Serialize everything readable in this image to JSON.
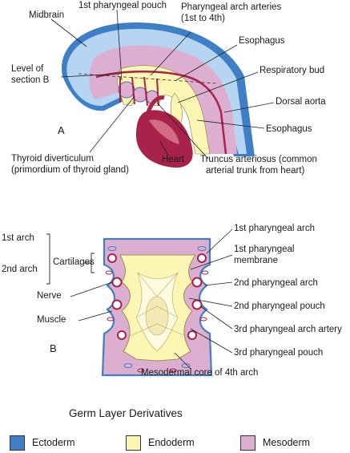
{
  "colors": {
    "ectoderm": "#3f7fc6",
    "endoderm": "#fbf6b4",
    "mesoderm": "#dcaed0",
    "neural": "#b6d5f2",
    "vessel": "#a8234a",
    "outline": "#4a6aa8"
  },
  "panel_a": {
    "letter": "A",
    "labels": {
      "midbrain": "Midbrain",
      "first_pouch": "1st pharyngeal pouch",
      "arch_arteries_1": "Pharyngeal arch arteries",
      "arch_arteries_2": "(1st to 4th)",
      "level_1": "Level of",
      "level_2": "section B",
      "esophagus_top": "Esophagus",
      "respiratory_bud": "Respiratory bud",
      "dorsal_aorta": "Dorsal aorta",
      "esophagus_bottom": "Esophagus",
      "thyroid_1": "Thyroid diverticulum",
      "thyroid_2": "(primordium of thyroid gland)",
      "heart": "Heart",
      "truncus_1": "Truncus arteriosus (common",
      "truncus_2": "arterial trunk from heart)"
    }
  },
  "panel_b": {
    "letter": "B",
    "labels": {
      "first_arch": "1st arch",
      "second_arch": "2nd arch",
      "cartilages": "Cartilages",
      "nerve": "Nerve",
      "muscle": "Muscle",
      "r_first_arch": "1st pharyngeal arch",
      "r_membrane_1": "1st pharyngeal",
      "r_membrane_2": "membrane",
      "r_second_arch": "2nd pharyngeal arch",
      "r_second_pouch": "2nd pharyngeal pouch",
      "r_third_artery": "3rd pharyngeal arch artery",
      "r_third_pouch": "3rd pharyngeal pouch",
      "mesodermal_core": "Mesodermal core of 4th arch"
    }
  },
  "legend": {
    "title": "Germ Layer Derivatives",
    "items": [
      {
        "label": "Ectoderm",
        "color": "#3f7fc6"
      },
      {
        "label": "Endoderm",
        "color": "#fbf6b4"
      },
      {
        "label": "Mesoderm",
        "color": "#dcaed0"
      }
    ]
  }
}
